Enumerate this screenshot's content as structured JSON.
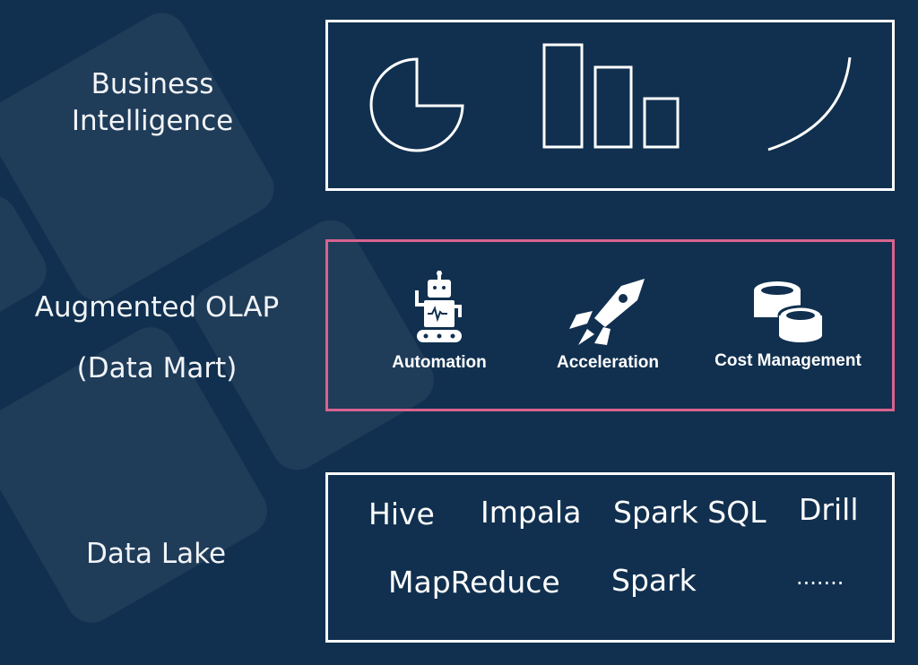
{
  "layers": {
    "bi": {
      "label_line1": "Business",
      "label_line2": "Intelligence",
      "icons": [
        "pie-chart-icon",
        "bar-chart-icon",
        "curve-icon"
      ]
    },
    "olap": {
      "label_line1": "Augmented OLAP",
      "label_line2": "(Data Mart)",
      "features": [
        {
          "label": "Automation",
          "icon": "robot-icon"
        },
        {
          "label": "Acceleration",
          "icon": "rocket-icon"
        },
        {
          "label": "Cost Management",
          "icon": "coins-icon"
        }
      ],
      "border_color": "#d9638f"
    },
    "lake": {
      "label": "Data Lake",
      "items": [
        "Hive",
        "Impala",
        "Spark SQL",
        "Drill",
        "MapReduce",
        "Spark",
        "......."
      ]
    }
  },
  "colors": {
    "background": "#11304f"
  }
}
